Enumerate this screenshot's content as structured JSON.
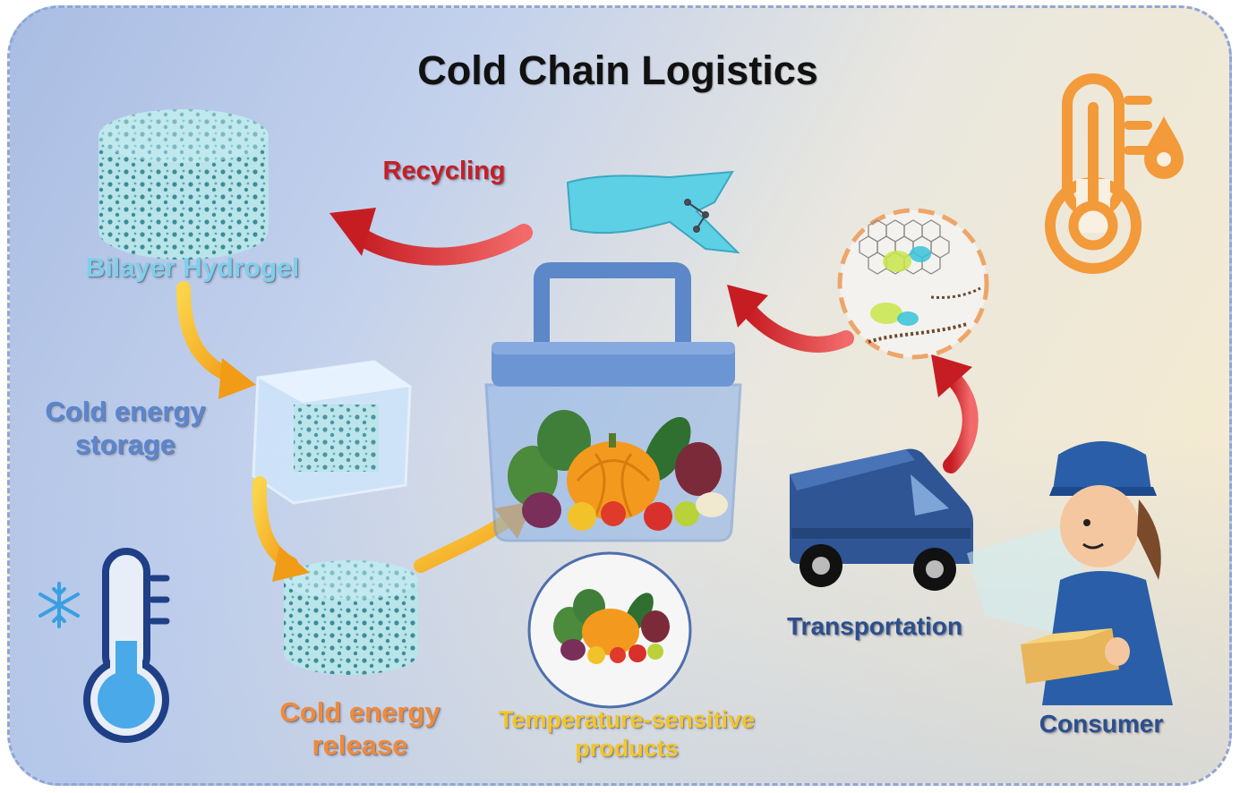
{
  "title": "Cold Chain Logistics",
  "labels": {
    "recycling": "Recycling",
    "bilayer_hydrogel": "Bilayer Hydrogel",
    "cold_energy_storage": [
      "Cold energy",
      "storage"
    ],
    "cold_energy_release": [
      "Cold energy",
      "release"
    ],
    "temperature_sensitive_products": [
      "Temperature-sensitive",
      "products"
    ],
    "transportation": "Transportation",
    "consumer": "Consumer"
  },
  "icons": {
    "hot": "thermometer-hot-icon",
    "cold": "thermometer-cold-icon",
    "snowflake": "snowflake-icon"
  },
  "colors": {
    "recycling": "#c42026",
    "bilayer": "#7fd0ea",
    "storage": "#5b86cf",
    "release": "#f08a3a",
    "products": "#f4c52a",
    "transport": "#2c4f8e",
    "hot_thermometer": "#f39a3a",
    "cold_thermometer": "#2b65c4"
  }
}
